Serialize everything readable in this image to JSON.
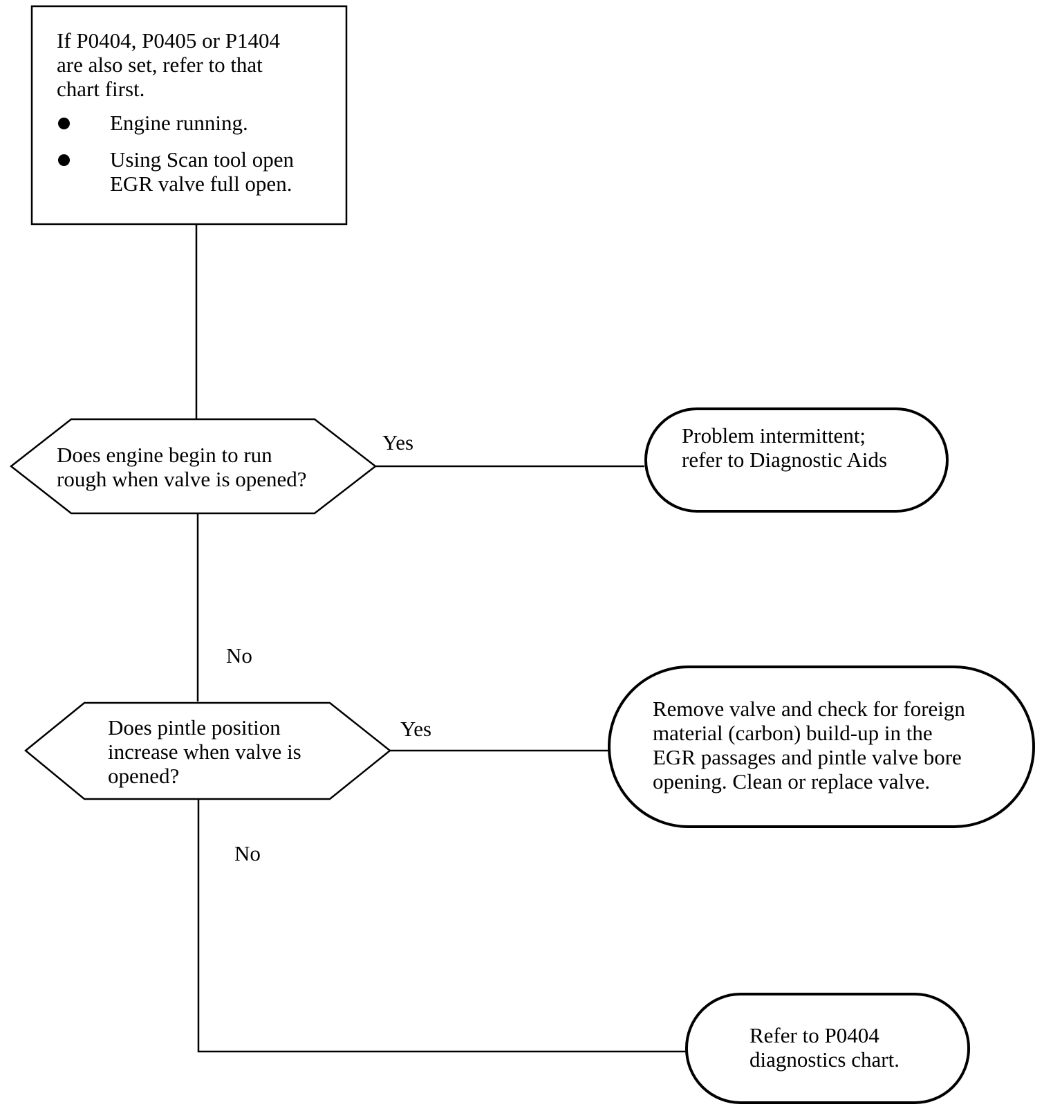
{
  "start_box": {
    "intro_lines": [
      "If P0404, P0405 or P1404",
      "are also set, refer to that",
      "chart first."
    ],
    "bullets": [
      {
        "lines": [
          "Engine running."
        ]
      },
      {
        "lines": [
          "Using Scan tool open",
          "EGR valve full open."
        ]
      }
    ]
  },
  "decision_1": {
    "lines": [
      "Does engine begin to run",
      "rough when valve is opened?"
    ],
    "yes_label": "Yes",
    "no_label": "No"
  },
  "result_1": {
    "lines": [
      "Problem intermittent;",
      "refer  to Diagnostic Aids"
    ]
  },
  "decision_2": {
    "lines": [
      "Does pintle position",
      "increase when valve is",
      "opened?"
    ],
    "yes_label": "Yes",
    "no_label": "No"
  },
  "result_2": {
    "lines": [
      "Remove valve and check for foreign",
      "material (carbon) build-up in the",
      "EGR passages and pintle valve bore",
      "opening. Clean or replace valve."
    ]
  },
  "result_3": {
    "lines": [
      "Refer to P0404",
      "diagnostics chart."
    ]
  }
}
